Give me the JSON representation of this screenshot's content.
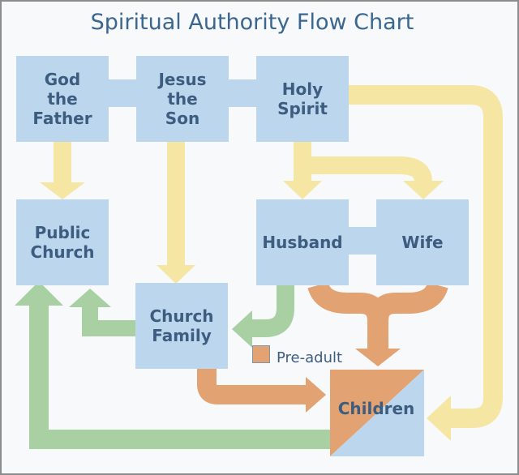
{
  "diagram": {
    "title": "Spiritual Authority Flow Chart",
    "nodes": {
      "god_the_father": "God\nthe\nFather",
      "jesus_the_son": "Jesus\nthe\nSon",
      "holy_spirit": "Holy\nSpirit",
      "public_church": "Public\nChurch",
      "husband": "Husband",
      "wife": "Wife",
      "church_family": "Church\nFamily",
      "children": "Children"
    },
    "legend": {
      "pre_adult_label": "Pre-adult",
      "pre_adult_color": "#e2a271"
    },
    "colors": {
      "box": "#bcd6ee",
      "yellow_arrow": "#f6e6a3",
      "green_arrow": "#a8d0a2",
      "orange_arrow": "#e2a271",
      "text": "#3d5d80"
    }
  }
}
